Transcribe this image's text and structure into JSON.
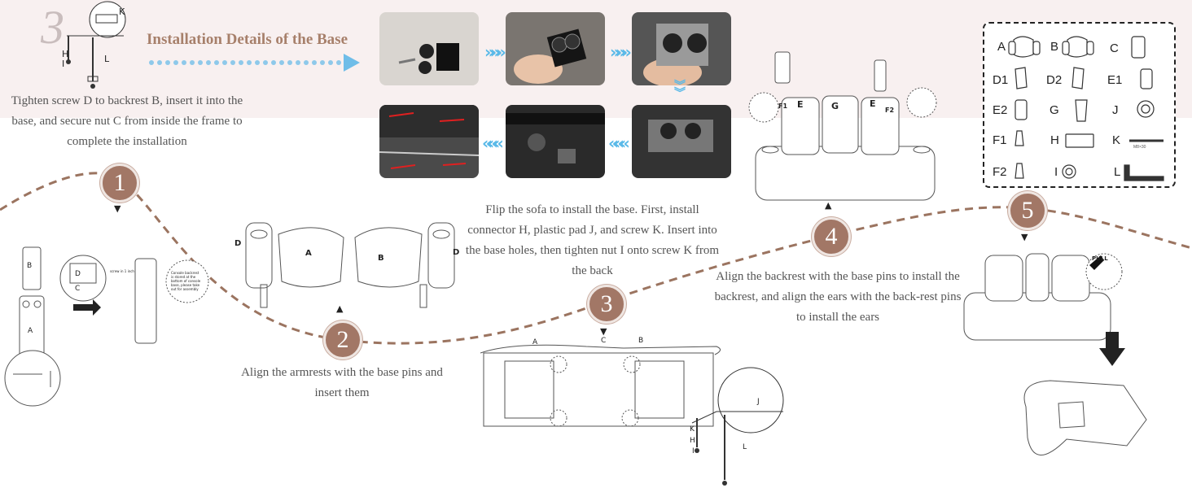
{
  "title": "Installation Details of the Base",
  "watermark_step": "3",
  "texts": {
    "detail": "Tighten screw D to backrest B, insert it into the base, and secure nut C from inside the frame to complete the installation",
    "step2": "Align the armrests with the base pins and insert them",
    "step3": "Flip the sofa to install the base. First, install connector H, plastic pad J, and screw K. Insert into the base holes, then tighten nut I onto screw K from the back",
    "step4": "Align the backrest with the base pins to install the backrest, and align the ears with the back-rest pins to install the ears"
  },
  "steps": [
    "1",
    "2",
    "3",
    "4",
    "5"
  ],
  "parts": [
    {
      "label": "A",
      "icon": "backrest-a-icon"
    },
    {
      "label": "B",
      "icon": "backrest-b-icon"
    },
    {
      "label": "C",
      "icon": "console-c-icon"
    },
    {
      "label": "D1",
      "icon": "armrest-d1-icon"
    },
    {
      "label": "D2",
      "icon": "armrest-d2-icon"
    },
    {
      "label": "E1",
      "icon": "ear-e1-icon"
    },
    {
      "label": "E2",
      "icon": "ear-e2-icon"
    },
    {
      "label": "G",
      "icon": "backrest-g-icon"
    },
    {
      "label": "J",
      "icon": "plastic-pad-j-icon"
    },
    {
      "label": "F1",
      "icon": "bracket-f1-icon"
    },
    {
      "label": "H",
      "icon": "connector-h-icon"
    },
    {
      "label": "K",
      "icon": "screw-k-icon"
    },
    {
      "label": "F2",
      "icon": "bracket-f2-icon"
    },
    {
      "label": "I",
      "icon": "nut-i-icon"
    },
    {
      "label": "L",
      "icon": "hex-key-l-icon"
    }
  ],
  "screw_spec": "M8×30",
  "labels": {
    "seat_a": "A",
    "seat_b": "B",
    "seat_c": "C",
    "seat_d": "D",
    "back_e": "E",
    "back_g": "G",
    "ear_f1": "F1",
    "ear_f2": "F2",
    "hw_k": "K",
    "hw_h": "H",
    "hw_i": "I",
    "hw_l": "L",
    "hw_j": "J",
    "pull": "PULL",
    "step1_note1": "screw in 1 inch",
    "step1_note2": "Console backrest is stored at the bottom of console base, please take out for assembly"
  },
  "colors": {
    "accent": "#a27766",
    "arrow": "#59b9e8",
    "path": "#9b7460"
  }
}
